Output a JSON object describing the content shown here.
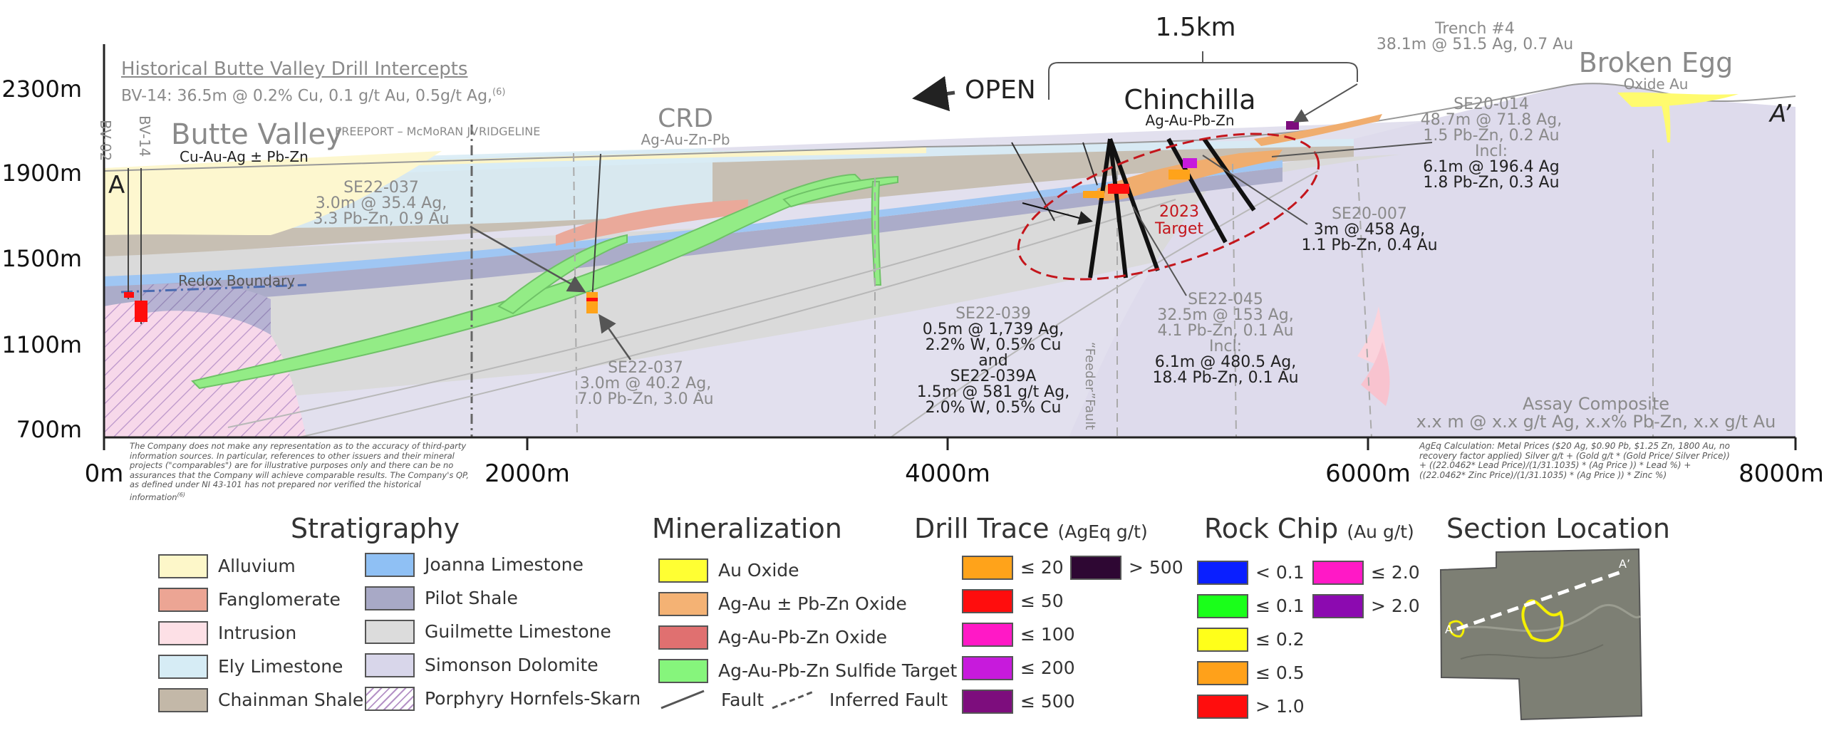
{
  "y_axis": {
    "ticks": [
      "2300m",
      "1900m",
      "1500m",
      "1100m",
      "700m"
    ]
  },
  "x_axis": {
    "ticks": [
      "0m",
      "2000m",
      "4000m",
      "6000m",
      "8000m"
    ]
  },
  "header": {
    "historical_title": "Historical Butte Valley Drill Intercepts",
    "historical_detail": "BV-14: 36.5m @ 0.2% Cu, 0.1 g/t Au, 0.5g/t Ag,",
    "historical_ref": "(6)"
  },
  "section_markers": {
    "a": "A",
    "a_prime": "A’"
  },
  "drill_labels": {
    "bv02": "BV-02",
    "bv14": "BV-14"
  },
  "places": {
    "butte_valley": "Butte Valley",
    "butte_valley_sub": "Cu-Au-Ag ± Pb-Zn",
    "freeport": "FREEPORT – McMoRAN JV",
    "ridgeline": "RIDGELINE",
    "crd": "CRD",
    "crd_sub": "Ag-Au-Zn-Pb",
    "open": "OPEN",
    "scale": "1.5km",
    "chinchilla": "Chinchilla",
    "chinchilla_sub": "Ag-Au-Pb-Zn",
    "broken_egg": "Broken Egg",
    "broken_egg_sub": "Oxide Au",
    "redox": "Redox Boundary",
    "feeder": "“Feeder”Fault",
    "target_year": "2023",
    "target_word": "Target"
  },
  "callouts": {
    "se22037_top": [
      "SE22-037",
      "3.0m @ 35.4 Ag,",
      "3.3 Pb-Zn, 0.9 Au"
    ],
    "se22037_low": [
      "SE22-037",
      "3.0m @ 40.2 Ag,",
      "7.0 Pb-Zn, 3.0 Au"
    ],
    "se22039_title": "SE22-039",
    "se22039": [
      "0.5m @ 1,739 Ag,",
      "2.2% W, 0.5% Cu",
      "and",
      "SE22-039A",
      "1.5m @ 581 g/t Ag,",
      "2.0% W, 0.5% Cu"
    ],
    "se22045_title": [
      "SE22-045",
      "32.5m @ 153 Ag,",
      "4.1 Pb-Zn, 0.1 Au",
      "Incl:"
    ],
    "se22045": [
      "6.1m @ 480.5 Ag,",
      "18.4 Pb-Zn, 0.1 Au"
    ],
    "se20007_title": "SE20-007",
    "se20007": [
      "3m @ 458 Ag,",
      "1.1 Pb-Zn,  0.4 Au"
    ],
    "se20014_title": [
      "SE20-014",
      "48.7m @ 71.8 Ag,",
      "1.5 Pb-Zn, 0.2 Au",
      "Incl:"
    ],
    "se20014": [
      "6.1m @ 196.4 Ag",
      "1.8 Pb-Zn, 0.3 Au"
    ],
    "trench": [
      "Trench #4",
      "38.1m @ 51.5 Ag, 0.7 Au"
    ],
    "assay": [
      "Assay Composite",
      "x.x m @ x.x g/t Ag, x.x% Pb-Zn, x.x g/t Au"
    ]
  },
  "disclaimer": "The Company does not make any representation as to the accuracy of third-party information sources. In particular, references to other issuers and their mineral projects (\"comparables\") are for illustrative purposes only and there can be no assurances that the Company will achieve comparable results. The Company's QP, as defined under NI 43-101 has not prepared nor verified the historical information",
  "disclaimer_ref": "(6)",
  "ageq_note": "AgEq Calculation: Metal Prices ($20 Ag, $0.90 Pb, $1.25 Zn, 1800 Au, no recovery factor applied) Silver g/t + (Gold g/t * (Gold Price/ Silver Price)) + ((22.0462* Lead Price)/(1/31.1035) * (Ag Price )) * Lead %) + ((22.0462* Zinc Price)/(1/31.1035) * (Ag Price )) * Zinc %)",
  "legend": {
    "stratigraphy": {
      "title": "Stratigraphy",
      "items": [
        {
          "label": "Alluvium",
          "color": "#fdf7c9"
        },
        {
          "label": "Fanglomerate",
          "color": "#eca594"
        },
        {
          "label": "Intrusion",
          "color": "#fde0e6"
        },
        {
          "label": "Ely Limestone",
          "color": "#d6ecf5"
        },
        {
          "label": "Chainman Shale",
          "color": "#c3b8a8"
        },
        {
          "label": "Joanna Limestone",
          "color": "#8fc0f4"
        },
        {
          "label": "Pilot Shale",
          "color": "#a8a9c6"
        },
        {
          "label": "Guilmette Limestone",
          "color": "#dcdcdc"
        },
        {
          "label": "Simonson Dolomite",
          "color": "#d8d6ea"
        },
        {
          "label": "Porphyry Hornfels-Skarn",
          "color": "#c6a4d6"
        }
      ]
    },
    "mineralization": {
      "title": "Mineralization",
      "items": [
        {
          "label": "Au Oxide",
          "color": "#ffff33"
        },
        {
          "label": "Ag-Au ± Pb-Zn Oxide",
          "color": "#f4b274"
        },
        {
          "label": "Ag-Au-Pb-Zn Oxide",
          "color": "#e07070"
        },
        {
          "label": "Ag-Au-Pb-Zn Sulfide Target",
          "color": "#86f57c"
        }
      ],
      "fault": "Fault",
      "inferred_fault": "Inferred Fault"
    },
    "drill_trace": {
      "title": "Drill Trace",
      "unit": "(AgEq g/t)",
      "items": [
        {
          "label": "≤ 20",
          "color": "#ffa31a"
        },
        {
          "label": "≤ 50",
          "color": "#ff0d0d"
        },
        {
          "label": "≤ 100",
          "color": "#ff19c6"
        },
        {
          "label": "≤ 200",
          "color": "#c71adc"
        },
        {
          "label": "≤ 500",
          "color": "#7d0d7d"
        },
        {
          "label": "> 500",
          "color": "#2e0733"
        }
      ]
    },
    "rock_chip": {
      "title": "Rock Chip",
      "unit": "(Au g/t)",
      "items": [
        {
          "label": "< 0.1",
          "color": "#0a1fff"
        },
        {
          "label": "≤ 0.1",
          "color": "#1aff1a"
        },
        {
          "label": "≤ 0.2",
          "color": "#ffff1a"
        },
        {
          "label": "≤ 0.5",
          "color": "#ffa11a"
        },
        {
          "label": "> 1.0",
          "color": "#ff0d0d"
        },
        {
          "label": "≤ 2.0",
          "color": "#ff19c6"
        },
        {
          "label": "> 2.0",
          "color": "#8c0ab0"
        }
      ]
    },
    "section_location": {
      "title": "Section Location",
      "a": "A",
      "a_prime": "A’"
    }
  }
}
